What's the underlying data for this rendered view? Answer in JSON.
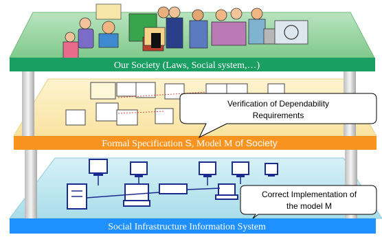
{
  "layers": {
    "society": {
      "label": "Our Society (Laws, Social system,…)",
      "band_color": "#1a9e62",
      "plate_color": "#9ed7a8"
    },
    "formal": {
      "label_main": "Formal Specification ",
      "label_s": "S",
      "label_mid": ", Model ",
      "label_m": "M",
      "label_tail": " of Society",
      "band_color": "#f7931e",
      "plate_color": "#fbe8b0"
    },
    "infra": {
      "label": "Social Infrastructure Information System",
      "band_color": "#1e90ff",
      "plate_color": "#bfe8f2"
    }
  },
  "callouts": {
    "verification": {
      "line1": "Verification of Dependability",
      "line2": "Requirements"
    },
    "implementation": {
      "line1": "Correct Implementation of",
      "line2": "the model M"
    }
  },
  "icons": [
    "people-clipart",
    "scene-clipart",
    "computer-clipart"
  ],
  "colors": {
    "pillar": "#e8e8e8",
    "pillar_shade": "#b4b4b4"
  }
}
